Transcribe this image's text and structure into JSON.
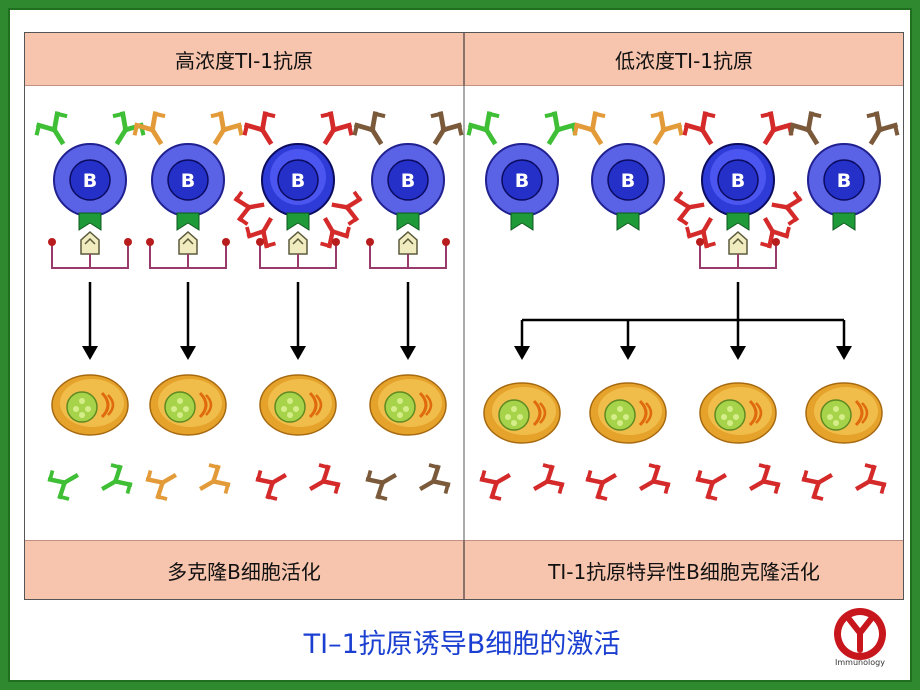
{
  "headers": {
    "left": "高浓度TI-1抗原",
    "right": "低浓度TI-1抗原"
  },
  "footers": {
    "left": "多克隆B细胞活化",
    "right": "TI-1抗原特异性B细胞克隆活化"
  },
  "caption": "TI–1抗原诱导B细胞的激活",
  "logo_text": "Immunology",
  "b_label": "B",
  "colors": {
    "green": "#3fbf35",
    "orange": "#e39b3a",
    "red": "#d42a2a",
    "brown": "#7a5a3a",
    "header_bg": "#f7c4ad",
    "caption": "#1a3fd1",
    "cell_blue": "#5a63e6"
  },
  "left_cells": [
    {
      "receptor": "green",
      "activated": false
    },
    {
      "receptor": "orange",
      "activated": false
    },
    {
      "receptor": "red",
      "activated": true
    },
    {
      "receptor": "brown",
      "activated": false
    }
  ],
  "right_cells": [
    {
      "receptor": "green",
      "activated": false
    },
    {
      "receptor": "orange",
      "activated": false
    },
    {
      "receptor": "red",
      "activated": true
    },
    {
      "receptor": "brown",
      "activated": false
    }
  ],
  "left_plasma_antibodies": [
    "green",
    "orange",
    "red",
    "brown"
  ],
  "right_plasma_antibodies": [
    "red",
    "red",
    "red",
    "red"
  ]
}
